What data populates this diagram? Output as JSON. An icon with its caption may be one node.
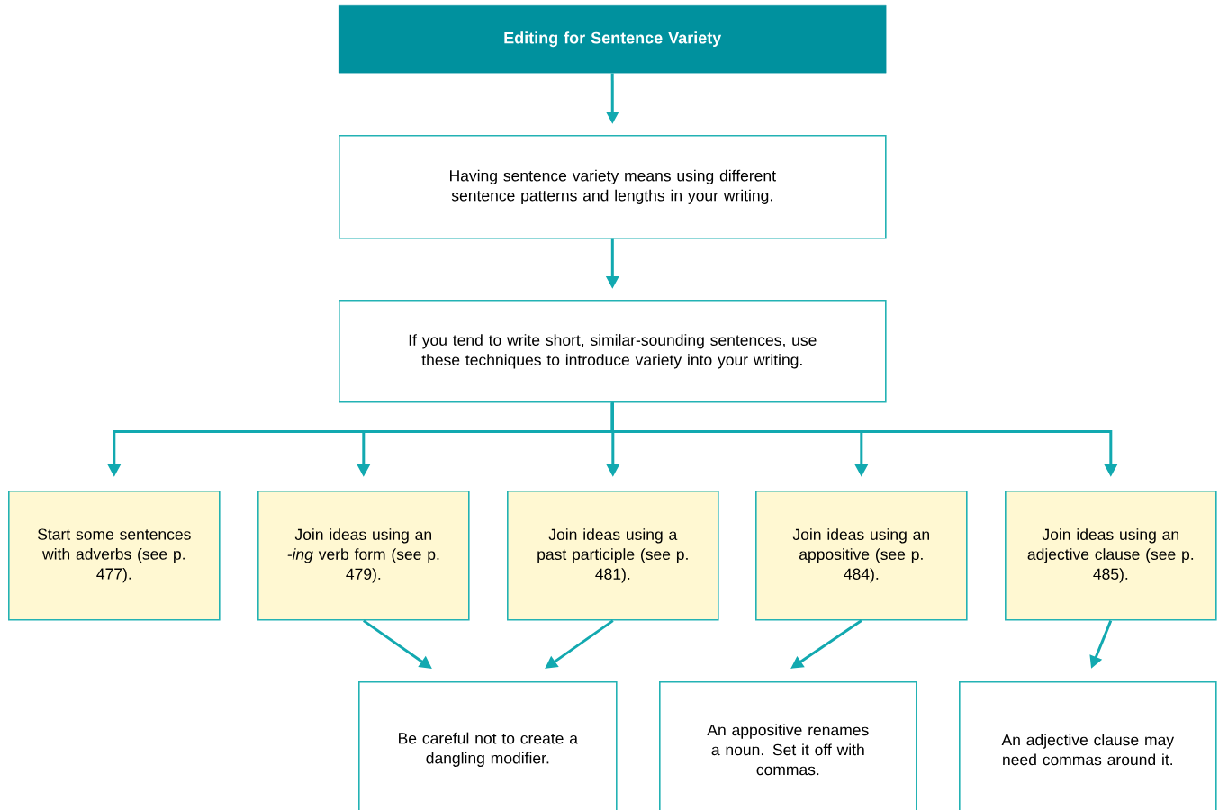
{
  "diagram": {
    "nodes": [
      {
        "text": [
          "Editing for Sentence Variety"
        ]
      },
      {
        "text": [
          "Having sentence variety means using different sentence patterns and lengths in your writing."
        ]
      },
      {
        "text": [
          "If you tend to write short, similar-sounding sentences, use these techniques to introduce variety into your writing."
        ]
      },
      {
        "text": [
          "Start some sentences with adverbs (see p. 477)."
        ]
      },
      {
        "text": [
          "Join ideas using an *-ing* verb form (see p. 479)."
        ]
      },
      {
        "text": [
          "Join ideas using a past participle (see p. 481)."
        ]
      },
      {
        "text": [
          "Join ideas using an appositive (see p. 484)."
        ]
      },
      {
        "text": [
          "Join ideas using an adjective clause (see p. 485)."
        ]
      },
      {
        "text": [
          "Be careful not to create a dangling modifier."
        ]
      },
      {
        "text": [
          "An appositive renames a noun. Set it off with commas."
        ]
      },
      {
        "text": [
          "An adjective clause may need commas around it."
        ]
      }
    ],
    "edges": [
      {
        "from": 0,
        "to": 1,
        "arrow": "to"
      },
      {
        "from": 1,
        "to": 2,
        "arrow": "to"
      },
      {
        "from": 2,
        "to": 3,
        "arrow": "to"
      },
      {
        "from": 2,
        "to": 4,
        "arrow": "to"
      },
      {
        "from": 2,
        "to": 5,
        "arrow": "to"
      },
      {
        "from": 2,
        "to": 6,
        "arrow": "to"
      },
      {
        "from": 2,
        "to": 7,
        "arrow": "to"
      },
      {
        "from": 4,
        "to": 8,
        "arrow": "to"
      },
      {
        "from": 5,
        "to": 8,
        "arrow": "to"
      },
      {
        "from": 6,
        "to": 9,
        "arrow": "to"
      },
      {
        "from": 7,
        "to": 10,
        "arrow": "to"
      }
    ]
  }
}
